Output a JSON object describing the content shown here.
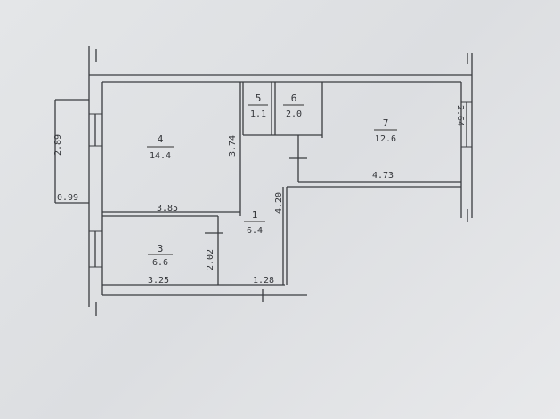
{
  "rooms": [
    {
      "number": "1",
      "area": "6.4"
    },
    {
      "number": "3",
      "area": "6.6"
    },
    {
      "number": "4",
      "area": "14.4"
    },
    {
      "number": "5",
      "area": "1.1"
    },
    {
      "number": "6",
      "area": "2.0"
    },
    {
      "number": "7",
      "area": "12.6"
    }
  ],
  "dimensions": {
    "room4_width": "3.85",
    "room4_depth": "3.74",
    "room3_width": "3.25",
    "room3_depth": "2.02",
    "hall_length": "4.20",
    "hall_width": "1.28",
    "room7_width": "4.73",
    "room7_depth": "2.64",
    "balcony_length": "2.89",
    "balcony_width": "0.99"
  }
}
